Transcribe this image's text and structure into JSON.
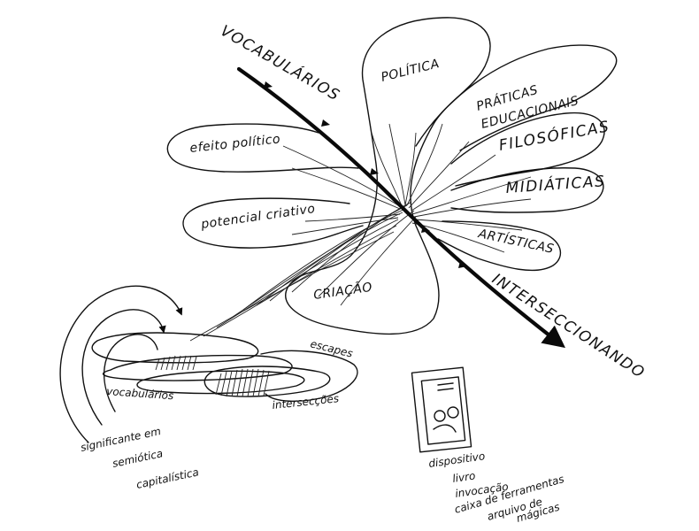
{
  "labels": {
    "vocabularios": "VOCABULÁRIOS",
    "politica": "POLÍTICA",
    "praticas": "PRÁTICAS",
    "educacionais": "EDUCACIONAIS",
    "filosoficas": "FILOSÓFICAS",
    "midiaticas": "MIDIÁTICAS",
    "artisticas": "ARTÍSTICAS",
    "interseccionando": "INTERSECCIONANDO",
    "efeito_politico": "efeito político",
    "potencial_criativo": "potencial criativo",
    "criacao": "CRIAÇÃO",
    "escapes": "escapes",
    "vocabularios_small": "vocabulários",
    "interseccoes": "intersecções",
    "significante_1": "significante em",
    "significante_2": "semiótica",
    "significante_3": "capitalística",
    "dispositivo_1": "dispositivo",
    "dispositivo_2": "livro",
    "dispositivo_3": "invocação",
    "dispositivo_4": "caixa de ferramentas",
    "dispositivo_5": "arquivo de",
    "dispositivo_6": "mágicas"
  }
}
